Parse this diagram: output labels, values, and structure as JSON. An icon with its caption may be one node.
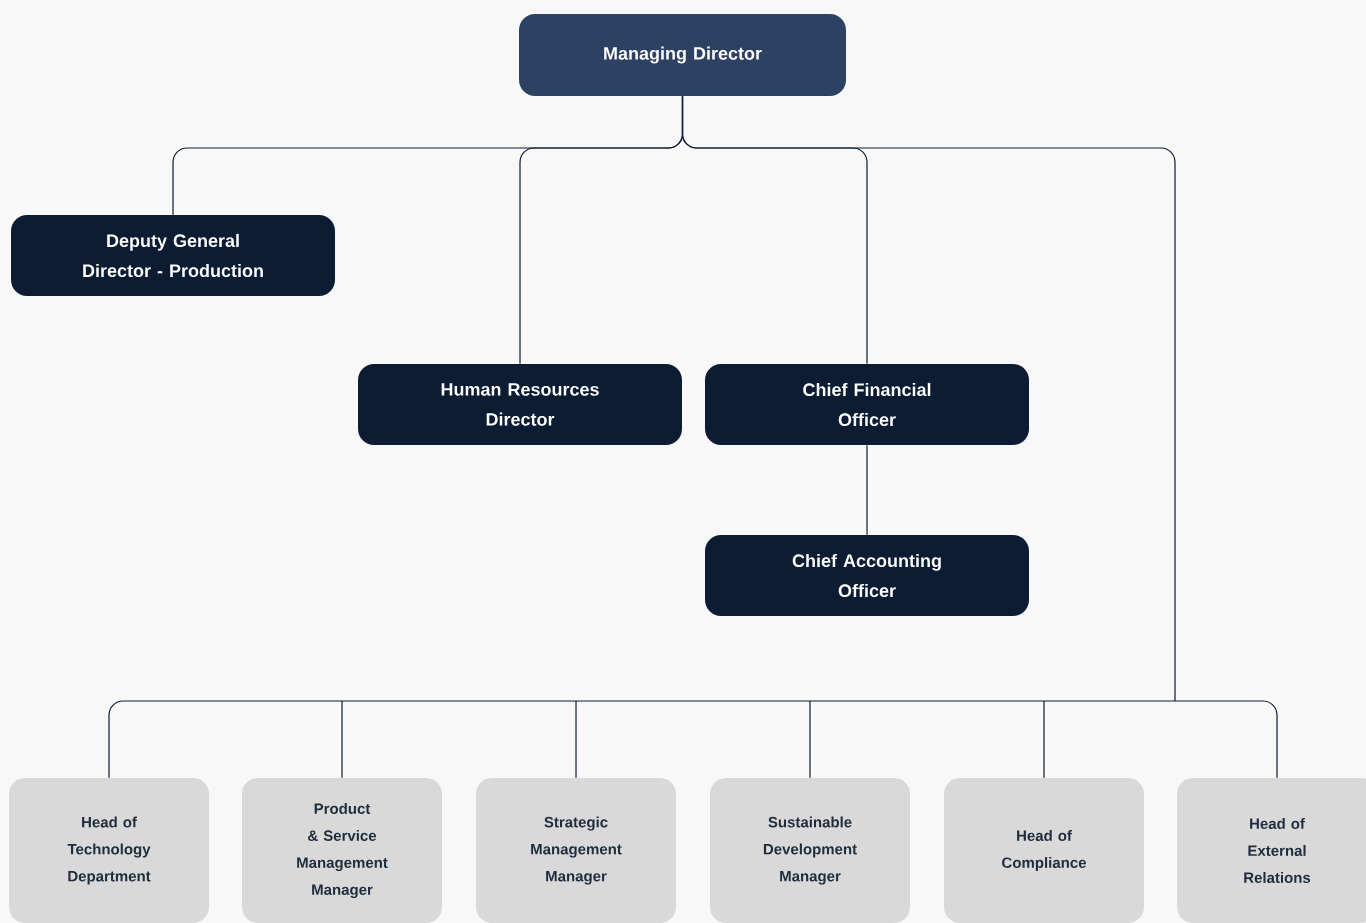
{
  "diagram": {
    "nodes": [
      {
        "text": [
          "Managing Director"
        ]
      },
      {
        "text": [
          "Deputy General Director - Production"
        ]
      },
      {
        "text": [
          "Human Resources Director"
        ]
      },
      {
        "text": [
          "Chief Financial Officer"
        ]
      },
      {
        "text": [
          "Chief Accounting Officer"
        ]
      },
      {
        "text": [
          "Head of Technology Department"
        ]
      },
      {
        "text": [
          "Product & Service Management Manager"
        ]
      },
      {
        "text": [
          "Strategic Management Manager"
        ]
      },
      {
        "text": [
          "Sustainable Development Manager"
        ]
      },
      {
        "text": [
          "Head of Compliance"
        ]
      },
      {
        "text": [
          "Head of External Relations"
        ]
      }
    ],
    "edges": [
      {
        "from": 0,
        "to": 1,
        "arrow": "none"
      },
      {
        "from": 0,
        "to": 2,
        "arrow": "none"
      },
      {
        "from": 0,
        "to": 3,
        "arrow": "none"
      },
      {
        "from": 3,
        "to": 4,
        "arrow": "none"
      },
      {
        "from": 0,
        "to": 5,
        "arrow": "none"
      },
      {
        "from": 0,
        "to": 6,
        "arrow": "none"
      },
      {
        "from": 0,
        "to": 7,
        "arrow": "none"
      },
      {
        "from": 0,
        "to": 8,
        "arrow": "none"
      },
      {
        "from": 0,
        "to": 9,
        "arrow": "none"
      },
      {
        "from": 0,
        "to": 10,
        "arrow": "none"
      }
    ]
  }
}
